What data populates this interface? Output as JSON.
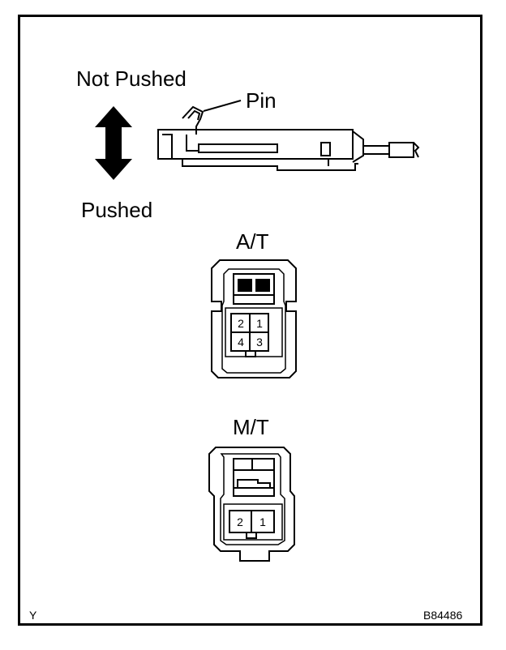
{
  "labels": {
    "not_pushed": "Not Pushed",
    "pin": "Pin",
    "pushed": "Pushed",
    "at": "A/T",
    "mt": "M/T",
    "corner_left": "Y",
    "figure_code": "B84486"
  },
  "at_connector": {
    "pins": [
      "2",
      "1",
      "4",
      "3"
    ]
  },
  "mt_connector": {
    "pins": [
      "2",
      "1"
    ]
  }
}
